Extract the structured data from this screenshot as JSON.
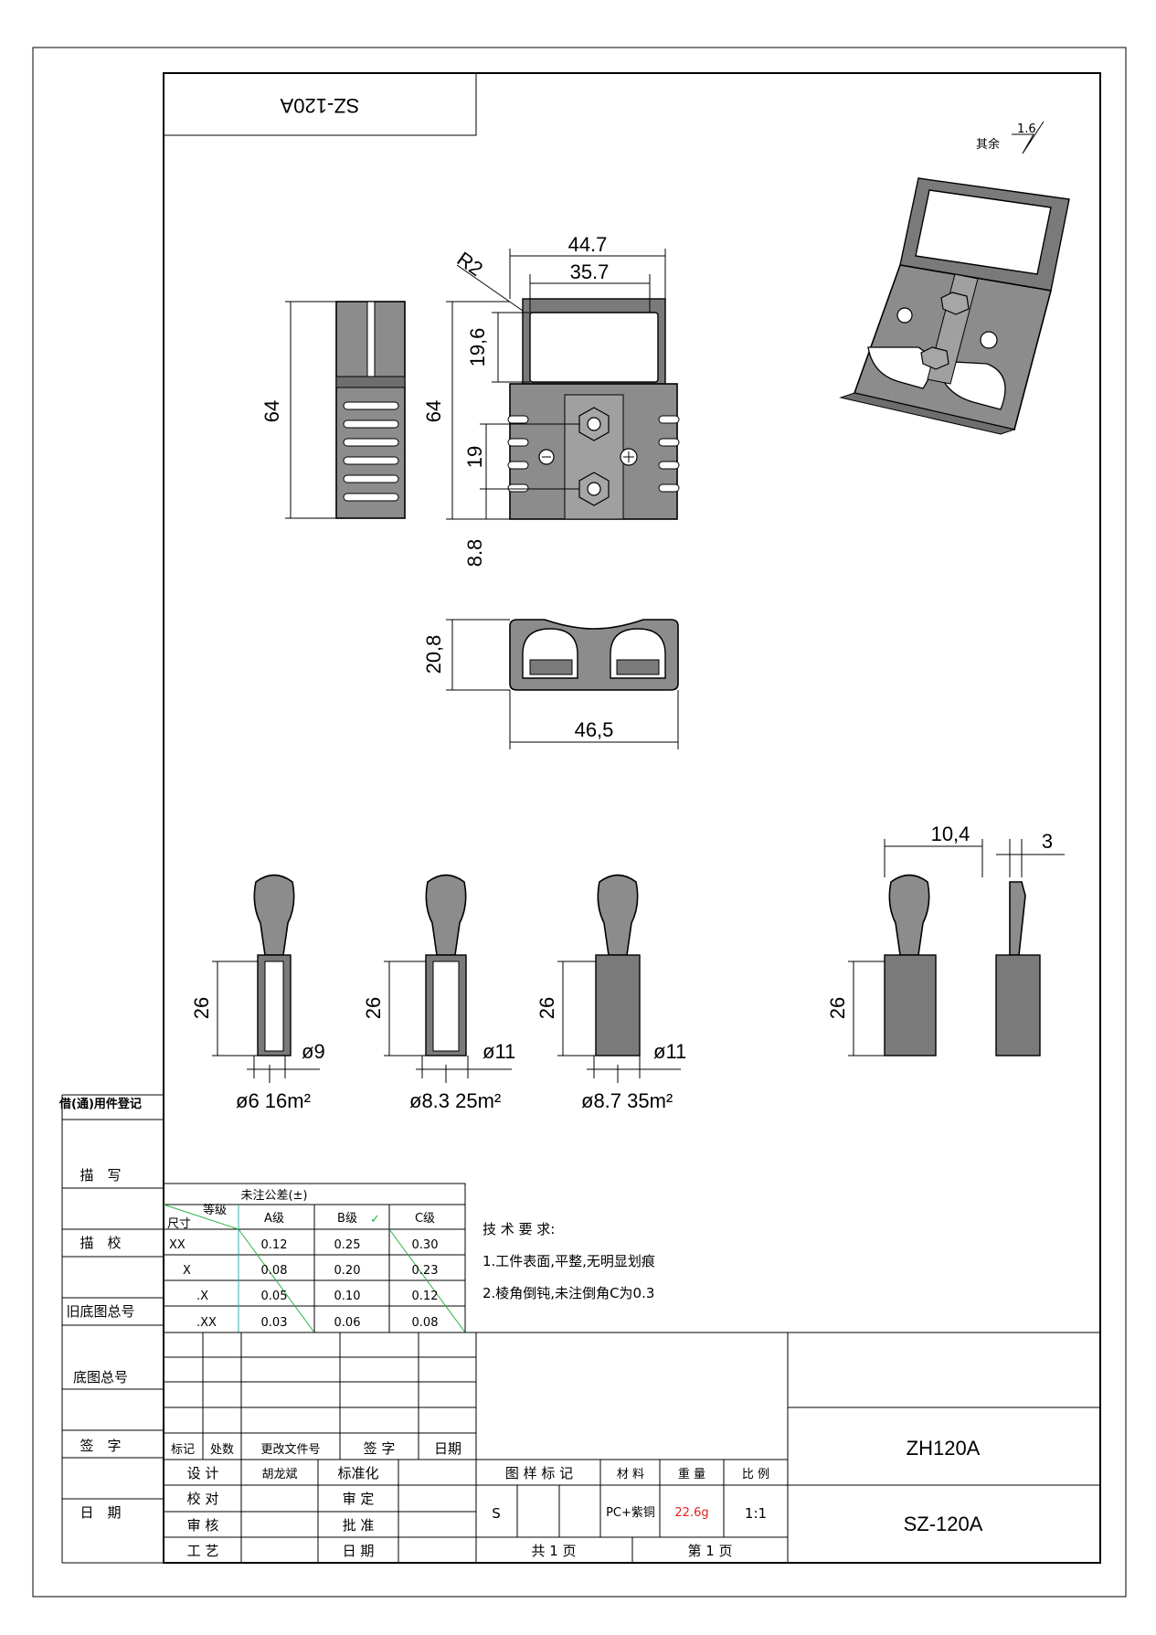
{
  "drawing": {
    "part_code_flipped": "SZ-120A",
    "roughness_prefix": "其余",
    "roughness_value": "1.6"
  },
  "dimensions": {
    "width_outer": "44.7",
    "width_inner": "35.7",
    "radius": "R2",
    "height_side": "64",
    "height_front": "64",
    "window_height": "19,6",
    "hole_pitch": "19",
    "bottom_offset": "8.8",
    "bottom_height": "20,8",
    "bottom_width": "46,5",
    "contact_width": "10,4",
    "contact_thickness": "3",
    "contact_length_1": "26",
    "contact_length_2": "26",
    "contact_length_3": "26",
    "contact_length_4": "26",
    "contact_dia_1": "ø9",
    "contact_dia_2": "ø11",
    "contact_dia_3": "ø11",
    "contact_wire_1": "ø6 16m²",
    "contact_wire_2": "ø8.3 25m²",
    "contact_wire_3": "ø8.7 35m²"
  },
  "left_column": {
    "items": [
      "借(通)用件登记",
      "描　写",
      "描　校",
      "旧底图总号",
      "底图总号",
      "签　字",
      "日　期"
    ]
  },
  "tolerance": {
    "title": "未注公差(±)",
    "corner_top": "等级",
    "corner_bottom": "尺寸",
    "grades": [
      "A级",
      "B级",
      "C级"
    ],
    "check_mark": "✓",
    "rows": [
      {
        "label": "XX",
        "a": "0.12",
        "b": "0.25",
        "c": "0.30"
      },
      {
        "label": "X",
        "a": "0.08",
        "b": "0.20",
        "c": "0.23"
      },
      {
        "label": ".X",
        "a": "0.05",
        "b": "0.10",
        "c": "0.12"
      },
      {
        "label": ".XX",
        "a": "0.03",
        "b": "0.06",
        "c": "0.08"
      }
    ]
  },
  "tech": {
    "heading": "技 术 要 求:",
    "line1": "1.工件表面,平整,无明显划痕",
    "line2": "2.棱角倒钝,未注倒角C为0.3"
  },
  "title_block": {
    "rev_headers": [
      "标记",
      "处数",
      "更改文件号",
      "签 字",
      "日期"
    ],
    "sign_rows": [
      {
        "label": "设 计",
        "name": "胡龙斌",
        "label2": "标准化"
      },
      {
        "label": "校 对",
        "name": "",
        "label2": "审 定"
      },
      {
        "label": "审 核",
        "name": "",
        "label2": "批 准"
      },
      {
        "label": "工 艺",
        "name": "",
        "label2": "日 期"
      }
    ],
    "pattern_mark": "图 样 标 记",
    "material_label": "材 料",
    "weight_label": "重 量",
    "scale_label": "比 例",
    "mark_value": "S",
    "material_value": "PC+紫铜",
    "weight_value": "22.6g",
    "scale_value": "1:1",
    "total_pages": "共 1 页",
    "page_no": "第 1 页",
    "name": "ZH120A",
    "code": "SZ-120A",
    "weight_color": "#e0201c"
  }
}
